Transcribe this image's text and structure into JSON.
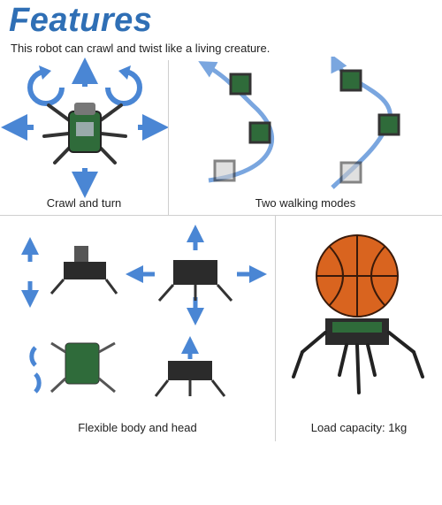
{
  "header": {
    "title": "Features",
    "subtitle": "This robot can crawl and twist like a living creature."
  },
  "panels": {
    "crawl": {
      "caption": "Crawl and turn"
    },
    "walking": {
      "caption": "Two walking modes"
    },
    "flexible": {
      "caption": "Flexible body and head"
    },
    "load": {
      "caption": "Load capacity: 1kg"
    }
  },
  "colors": {
    "title": "#2f6fb5",
    "arrow": "#4a86d4",
    "robot_dark": "#2b2b2b",
    "robot_board": "#2f6b3a",
    "ball": "#d9641f"
  }
}
